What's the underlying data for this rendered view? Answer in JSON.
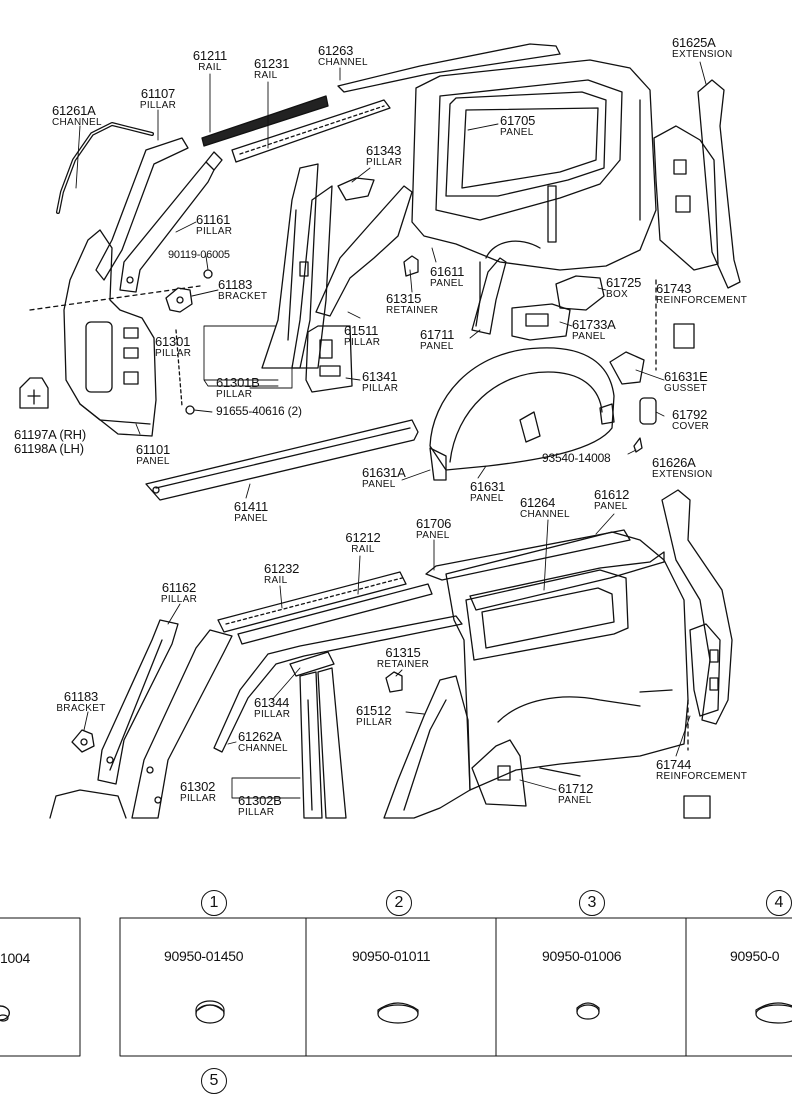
{
  "labels": [
    {
      "id": "61263",
      "num": "61263",
      "name": "CHANNEL"
    },
    {
      "id": "61211",
      "num": "61211",
      "name": "RAIL"
    },
    {
      "id": "61231",
      "num": "61231",
      "name": "RAIL"
    },
    {
      "id": "61107",
      "num": "61107",
      "name": "PILLAR"
    },
    {
      "id": "61261a",
      "num": "61261A",
      "name": "CHANNEL"
    },
    {
      "id": "61625a",
      "num": "61625A",
      "name": "EXTENSION"
    },
    {
      "id": "61705",
      "num": "61705",
      "name": "PANEL"
    },
    {
      "id": "61343",
      "num": "61343",
      "name": "PILLAR"
    },
    {
      "id": "61161",
      "num": "61161",
      "name": "PILLAR"
    },
    {
      "id": "90119",
      "num": "90119-06005",
      "name": ""
    },
    {
      "id": "61183a",
      "num": "61183",
      "name": "BRACKET"
    },
    {
      "id": "61611",
      "num": "61611",
      "name": "PANEL"
    },
    {
      "id": "61725",
      "num": "61725",
      "name": "BOX"
    },
    {
      "id": "61743",
      "num": "61743",
      "name": "REINFORCEMENT"
    },
    {
      "id": "61315a",
      "num": "61315",
      "name": "RETAINER"
    },
    {
      "id": "61301",
      "num": "61301",
      "name": "PILLAR"
    },
    {
      "id": "61511",
      "num": "61511",
      "name": "PILLAR"
    },
    {
      "id": "61711",
      "num": "61711",
      "name": "PANEL"
    },
    {
      "id": "61733a",
      "num": "61733A",
      "name": "PANEL"
    },
    {
      "id": "61341",
      "num": "61341",
      "name": "PILLAR"
    },
    {
      "id": "61301b",
      "num": "61301B",
      "name": "PILLAR"
    },
    {
      "id": "61631e",
      "num": "61631E",
      "name": "GUSSET"
    },
    {
      "id": "91655",
      "num": "91655-40616 (2)",
      "name": ""
    },
    {
      "id": "61792",
      "num": "61792",
      "name": "COVER"
    },
    {
      "id": "61197a",
      "num": "61197A (RH)",
      "name": ""
    },
    {
      "id": "61198a",
      "num": "61198A (LH)",
      "name": ""
    },
    {
      "id": "61101",
      "num": "61101",
      "name": "PANEL"
    },
    {
      "id": "93540",
      "num": "93540-14008",
      "name": ""
    },
    {
      "id": "61626a",
      "num": "61626A",
      "name": "EXTENSION"
    },
    {
      "id": "61631a",
      "num": "61631A",
      "name": "PANEL"
    },
    {
      "id": "61631",
      "num": "61631",
      "name": "PANEL"
    },
    {
      "id": "61411",
      "num": "61411",
      "name": "PANEL"
    },
    {
      "id": "61264",
      "num": "61264",
      "name": "CHANNEL"
    },
    {
      "id": "61612",
      "num": "61612",
      "name": "PANEL"
    },
    {
      "id": "61706",
      "num": "61706",
      "name": "PANEL"
    },
    {
      "id": "61212",
      "num": "61212",
      "name": "RAIL"
    },
    {
      "id": "61232",
      "num": "61232",
      "name": "RAIL"
    },
    {
      "id": "61162",
      "num": "61162",
      "name": "PILLAR"
    },
    {
      "id": "61315b",
      "num": "61315",
      "name": "RETAINER"
    },
    {
      "id": "61183b",
      "num": "61183",
      "name": "BRACKET"
    },
    {
      "id": "61344",
      "num": "61344",
      "name": "PILLAR"
    },
    {
      "id": "61512",
      "num": "61512",
      "name": "PILLAR"
    },
    {
      "id": "61262a",
      "num": "61262A",
      "name": "CHANNEL"
    },
    {
      "id": "61744",
      "num": "61744",
      "name": "REINFORCEMENT"
    },
    {
      "id": "61302",
      "num": "61302",
      "name": "PILLAR"
    },
    {
      "id": "61302b",
      "num": "61302B",
      "name": "PILLAR"
    },
    {
      "id": "61712",
      "num": "61712",
      "name": "PANEL"
    }
  ],
  "plug_table": {
    "cells": [
      {
        "callout": "",
        "part": "1004"
      },
      {
        "callout": "1",
        "part": "90950-01450"
      },
      {
        "callout": "2",
        "part": "90950-01011"
      },
      {
        "callout": "3",
        "part": "90950-01006"
      },
      {
        "callout": "4",
        "part": "90950-0"
      }
    ],
    "bottom_callout": "5"
  }
}
